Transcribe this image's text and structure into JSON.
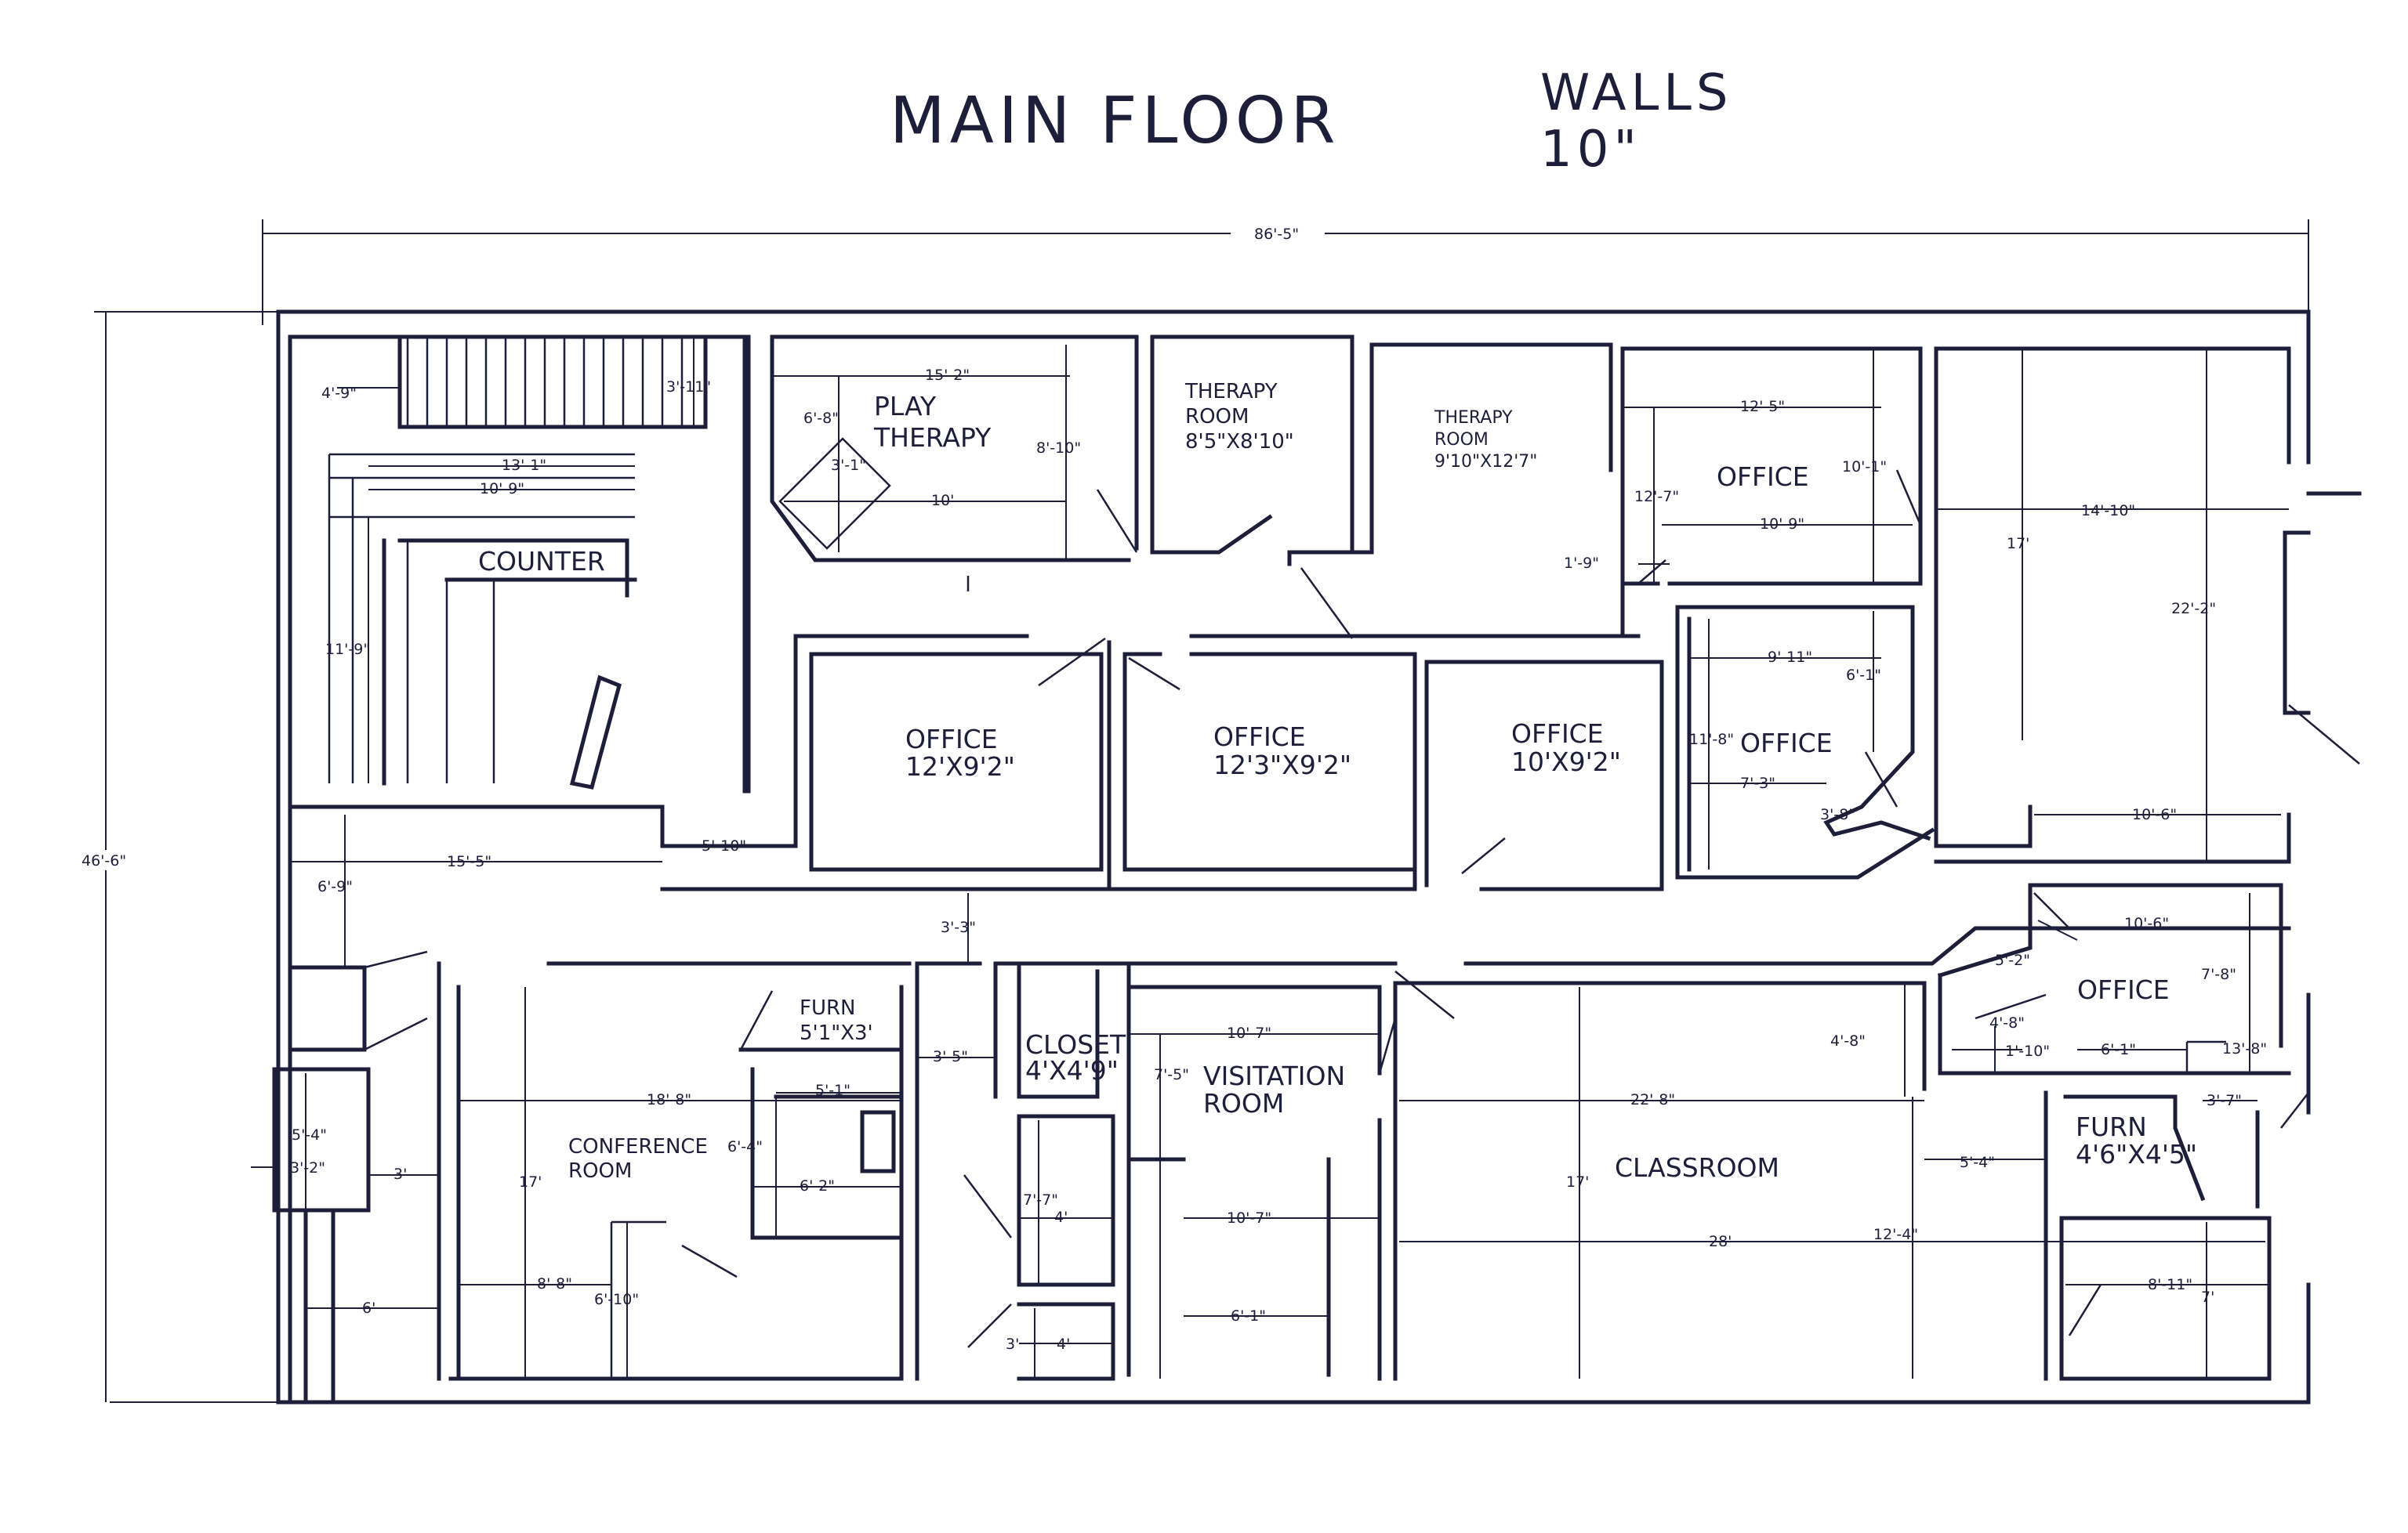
{
  "title": "MAIN FLOOR",
  "walls_note": {
    "label": "WALLS",
    "value": "10\""
  },
  "overall": {
    "width": "86'-5\"",
    "depth": "46'-6\""
  },
  "rooms": {
    "counter": "COUNTER",
    "play_therapy": [
      "PLAY",
      "THERAPY"
    ],
    "therapy_room_1": [
      "THERAPY",
      "ROOM",
      "8'5\"X8'10\""
    ],
    "therapy_room_2": [
      "THERAPY",
      "ROOM",
      "9'10\"X12'7\""
    ],
    "office_top_right": "OFFICE",
    "office_1": [
      "OFFICE",
      "12'X9'2\""
    ],
    "office_2": [
      "OFFICE",
      "12'3\"X9'2\""
    ],
    "office_3": [
      "OFFICE",
      "10'X9'2\""
    ],
    "office_4": "OFFICE",
    "office_right": "OFFICE",
    "closet": [
      "CLOSET",
      "4'X4'9\""
    ],
    "visitation": [
      "VISITATION",
      "ROOM"
    ],
    "furn_1": [
      "FURN",
      "5'1\"X3'"
    ],
    "conference": [
      "CONFERENCE",
      "ROOM"
    ],
    "classroom": "CLASSROOM",
    "furn_2": [
      "FURN",
      "4'6\"X4'5\""
    ]
  },
  "dimensions": {
    "d_4_9": "4'-9\"",
    "d_3_11": "3'-11\"",
    "d_13_1": "13'-1\"",
    "d_10_9_a": "10'-9\"",
    "d_11_9": "11'-9\"",
    "d_15_2": "15'-2\"",
    "d_6_8": "6'-8\"",
    "d_3_1": "3'-1\"",
    "d_8_10": "8'-10\"",
    "d_10": "10'",
    "d_12_5": "12'-5\"",
    "d_10_1": "10'-1\"",
    "d_12_7": "12'-7\"",
    "d_10_9_b": "10'-9\"",
    "d_1_9": "1'-9\"",
    "d_14_10": "14'-10\"",
    "d_17_a": "17'",
    "d_22_2": "22'-2\"",
    "d_9_11": "9'-11\"",
    "d_6_1_a": "6'-1\"",
    "d_11_8": "11'-8\"",
    "d_7_3": "7'-3\"",
    "d_3_8": "3'-8\"",
    "d_10_6_a": "10'-6\"",
    "d_10_6_b": "10'-6\"",
    "d_15_5": "15'-5\"",
    "d_5_10": "5'-10\"",
    "d_6_9": "6'-9\"",
    "d_3_3": "3'-3\"",
    "d_3_5": "3'-5\"",
    "d_18_8": "18'-8\"",
    "d_5_1": "5'-1\"",
    "d_6_4": "6'-4\"",
    "d_6_2": "6'-2\"",
    "d_17_b": "17'",
    "d_8_8": "8'-8\"",
    "d_6_10": "6'-10\"",
    "d_5_4": "5'-4\"",
    "d_3_2": "3'-2\"",
    "d_3_a": "3'",
    "d_6_a": "6'",
    "d_10_7_a": "10'-7\"",
    "d_7_5": "7'-5\"",
    "d_7_7": "7'-7\"",
    "d_4_a": "4'",
    "d_10_7_b": "10'-7\"",
    "d_3_b": "3'",
    "d_4_b": "4'",
    "d_6_1_b": "6'-1\"",
    "d_4_8_a": "4'-8\"",
    "d_22_8": "22'-8\"",
    "d_17_c": "17'",
    "d_28": "28'",
    "d_12_4": "12'-4\"",
    "d_5_4_b": "5'-4\"",
    "d_5_2": "5'-2\"",
    "d_4_8_b": "4'-8\"",
    "d_1_10": "1'-10\"",
    "d_6_1_c": "6'-1\"",
    "d_7_8": "7'-8\"",
    "d_13_8": "13'-8\"",
    "d_3_7": "3'-7\"",
    "d_8_11": "8'-11\"",
    "d_7": "7'"
  }
}
